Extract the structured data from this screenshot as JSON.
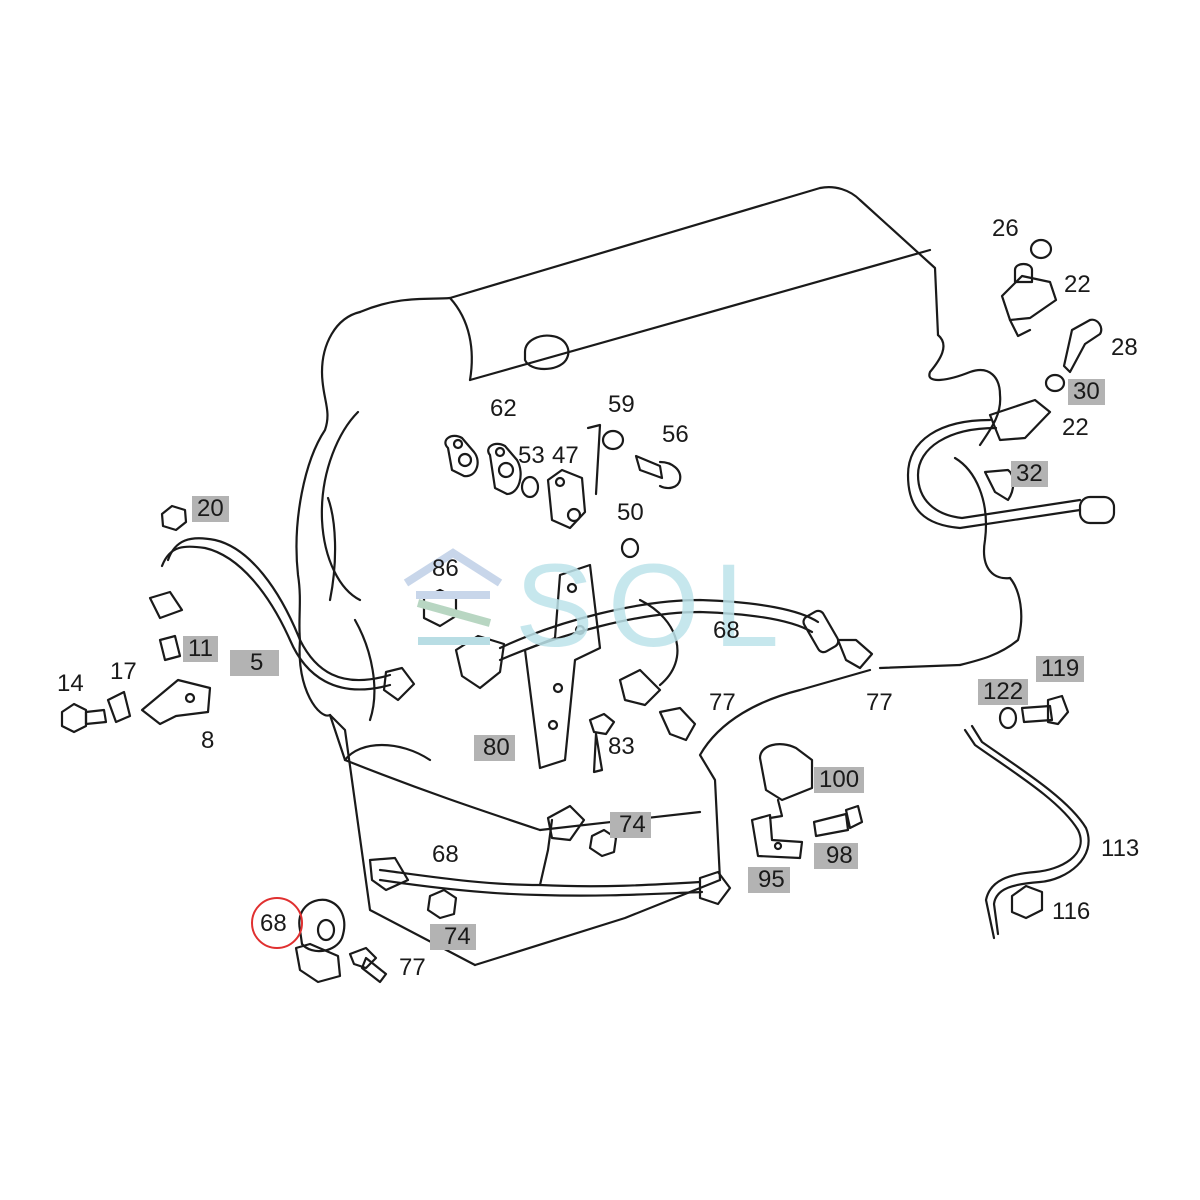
{
  "watermark": {
    "text": "SOL"
  },
  "colors": {
    "line": "#1a1a1a",
    "highlight": "#b3b3b3",
    "callout_circle": "#e03030",
    "watermark": "#bde3ea"
  },
  "callouts": [
    {
      "text": "26"
    },
    {
      "text": "22"
    },
    {
      "text": "28"
    },
    {
      "text": "30"
    },
    {
      "text": "22"
    },
    {
      "text": "32"
    },
    {
      "text": "62"
    },
    {
      "text": "59"
    },
    {
      "text": "56"
    },
    {
      "text": "53"
    },
    {
      "text": "47"
    },
    {
      "text": "50"
    },
    {
      "text": "20"
    },
    {
      "text": "86"
    },
    {
      "text": "68"
    },
    {
      "text": "11"
    },
    {
      "text": "5"
    },
    {
      "text": "14"
    },
    {
      "text": "17"
    },
    {
      "text": "8"
    },
    {
      "text": "77"
    },
    {
      "text": "77"
    },
    {
      "text": "122"
    },
    {
      "text": "119"
    },
    {
      "text": "80"
    },
    {
      "text": "83"
    },
    {
      "text": "100"
    },
    {
      "text": "74"
    },
    {
      "text": "68"
    },
    {
      "text": "98"
    },
    {
      "text": "95"
    },
    {
      "text": "113"
    },
    {
      "text": "116"
    },
    {
      "text": "68"
    },
    {
      "text": "74"
    },
    {
      "text": "77"
    }
  ]
}
